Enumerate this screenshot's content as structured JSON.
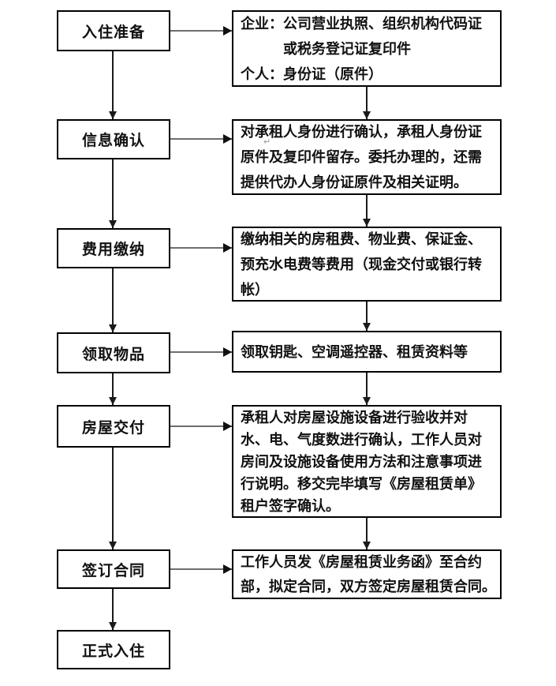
{
  "page": {
    "background": "#ffffff",
    "box_border_color": "#000000",
    "vertical_arrow_color": "#1a1a1a",
    "horizontal_arrow_color": "#6e6e6e",
    "edit_mark": "↵"
  },
  "flow": {
    "steps": [
      {
        "label": "入住准备",
        "detail_lines": [
          "企业：公司营业执照、组织机构代码证",
          "　　　或税务登记证复印件",
          "个人：身份证（原件）"
        ]
      },
      {
        "label": "信息确认",
        "detail_lines": [
          "对承租人身份进行确认，承租人身份证",
          "原件及复印件留存。委托办理的，还需",
          "提供代办人身份证原件及相关证明。"
        ]
      },
      {
        "label": "费用缴纳",
        "detail_lines": [
          "缴纳相关的房租费、物业费、保证金、",
          "预充水电费等费用（现金交付或银行转",
          "帐）"
        ]
      },
      {
        "label": "领取物品",
        "detail_lines": [
          "领取钥匙、空调遥控器、租赁资料等"
        ]
      },
      {
        "label": "房屋交付",
        "detail_lines": [
          "承租人对房屋设施设备进行验收并对",
          "水、电、气度数进行确认，工作人员对",
          "房间及设施设备使用方法和注意事项进",
          "行说明。移交完毕填写《房屋租赁单》",
          "租户签字确认。"
        ]
      },
      {
        "label": "签订合同",
        "detail_lines": [
          "工作人员发《房屋租赁业务函》至合约",
          "部，拟定合同，双方签定房屋租赁合同。"
        ]
      },
      {
        "label": "正式入住",
        "detail_lines": []
      }
    ]
  }
}
